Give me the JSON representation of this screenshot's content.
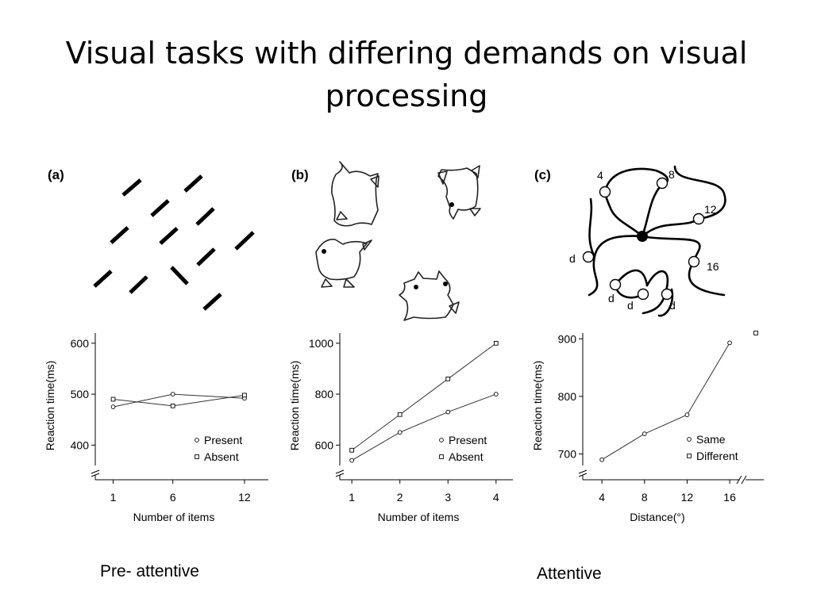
{
  "slide": {
    "title": "Visual tasks with differing demands on visual processing",
    "caption_left": "Pre- attentive",
    "caption_right": "Attentive"
  },
  "panels": {
    "a": {
      "label": "(a)"
    },
    "b": {
      "label": "(b)"
    },
    "c": {
      "label": "(c)",
      "markers": [
        "4",
        "8",
        "12",
        "16",
        "d",
        "d",
        "d",
        "d"
      ]
    }
  },
  "chart_data": [
    {
      "type": "line",
      "panel": "a",
      "x": [
        1,
        6,
        12
      ],
      "xticks": [
        "1",
        "6",
        "12"
      ],
      "xlabel": "Number of items",
      "ylabel": "Reaction time(ms)",
      "yticks": [
        400,
        500,
        600
      ],
      "ylim": [
        360,
        620
      ],
      "axis_break": true,
      "legend_position": "bottom-right",
      "series": [
        {
          "name": "Present",
          "marker": "circle",
          "values": [
            475,
            500,
            492
          ]
        },
        {
          "name": "Absent",
          "marker": "square",
          "values": [
            490,
            477,
            498
          ]
        }
      ]
    },
    {
      "type": "line",
      "panel": "b",
      "x": [
        1,
        2,
        3,
        4
      ],
      "xticks": [
        "1",
        "2",
        "3",
        "4"
      ],
      "xlabel": "Number of items",
      "ylabel": "Reaction time(ms)",
      "yticks": [
        600,
        800,
        1000
      ],
      "ylim": [
        520,
        1040
      ],
      "axis_break": true,
      "legend_position": "bottom-right",
      "series": [
        {
          "name": "Present",
          "marker": "circle",
          "values": [
            540,
            650,
            730,
            800
          ]
        },
        {
          "name": "Absent",
          "marker": "square",
          "values": [
            580,
            720,
            860,
            1000
          ]
        }
      ]
    },
    {
      "type": "line",
      "panel": "c",
      "x": [
        4,
        8,
        12,
        16
      ],
      "xticks": [
        "4",
        "8",
        "12",
        "16"
      ],
      "xlabel": "Distance(°)",
      "ylabel": "Reaction time(ms)",
      "yticks": [
        700,
        800,
        900
      ],
      "ylim": [
        680,
        910
      ],
      "axis_break": true,
      "legend_position": "bottom-right",
      "series": [
        {
          "name": "Same",
          "marker": "circle",
          "values": [
            690,
            735,
            768,
            893
          ]
        },
        {
          "name": "Different",
          "marker": "square",
          "x": [
            "beyond break"
          ],
          "values": [
            910
          ]
        }
      ]
    }
  ]
}
